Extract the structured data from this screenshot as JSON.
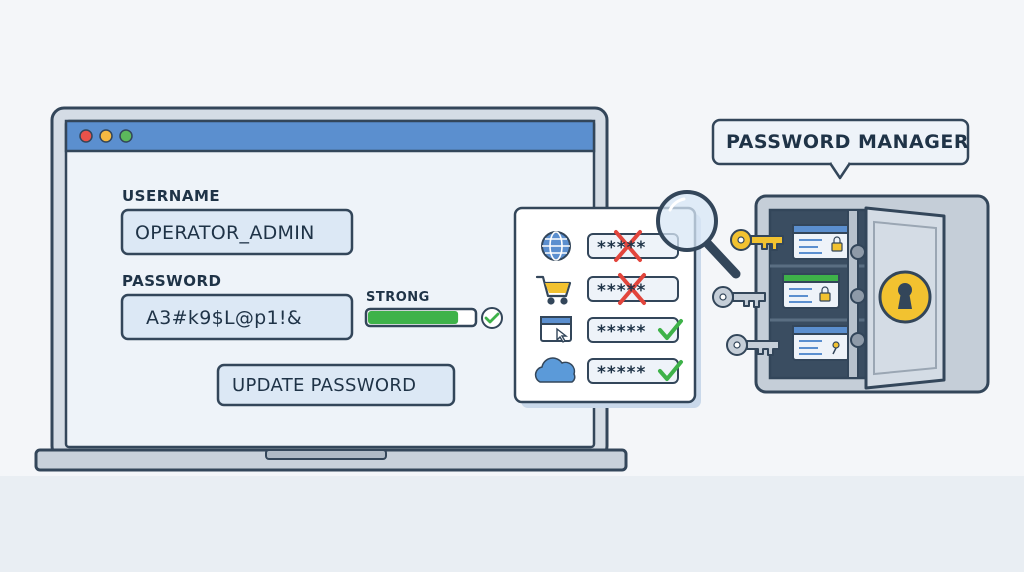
{
  "login_form": {
    "username_label": "USERNAME",
    "username_value": "OPERATOR_ADMIN",
    "password_label": "PASSWORD",
    "password_value": "A3#k9$L@p1!&",
    "strength_label": "STRONG",
    "strength_level": 0.85,
    "update_button_label": "UPDATE PASSWORD"
  },
  "password_audit": {
    "entries": [
      {
        "icon": "globe-icon",
        "masked": "*****",
        "status": "weak"
      },
      {
        "icon": "shopping-cart-icon",
        "masked": "*****",
        "status": "weak"
      },
      {
        "icon": "browser-window-icon",
        "masked": "*****",
        "status": "strong"
      },
      {
        "icon": "cloud-icon",
        "masked": "*****",
        "status": "strong"
      }
    ]
  },
  "password_manager": {
    "label": "PASSWORD MANAGER"
  },
  "colors": {
    "titlebar": "#5b8fcf",
    "accent_green": "#3eb249",
    "error_red": "#e2453c",
    "key_gold": "#f2c230",
    "outline": "#33465a",
    "field_fill": "#dce8f5"
  }
}
